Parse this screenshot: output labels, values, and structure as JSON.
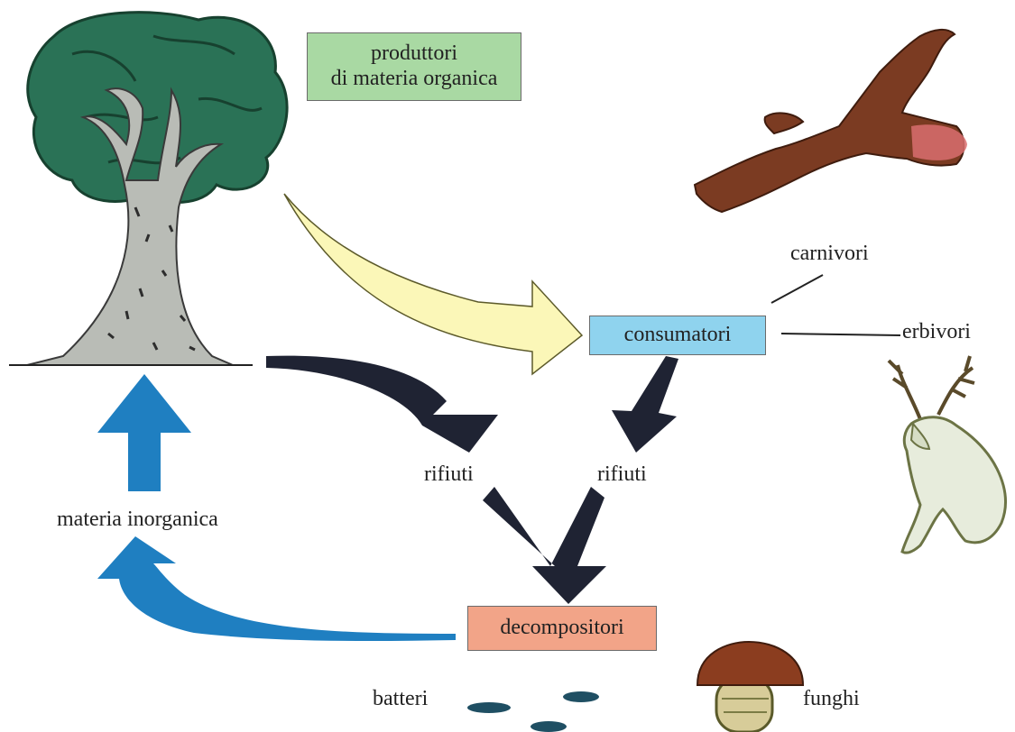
{
  "diagram": {
    "boxes": {
      "producers": {
        "line1": "produttori",
        "line2": "di materia organica"
      },
      "consumers": "consumatori",
      "decomposers": "decompositori"
    },
    "labels": {
      "carnivores": "carnivori",
      "herbivores": "erbivori",
      "waste_left": "rifiuti",
      "waste_right": "rifiuti",
      "inorganic_matter": "materia inorganica",
      "bacteria": "batteri",
      "fungi": "funghi"
    }
  },
  "colors": {
    "producers_box": "#a9d9a3",
    "consumers_box": "#8fd3ee",
    "decomposers_box": "#f2a488",
    "arrow_yellow": "#fbf7b8",
    "arrow_dark": "#1f2333",
    "arrow_blue": "#1f7fc1",
    "tree_canopy": "#2a7256",
    "tree_trunk": "#b9bcb6",
    "eagle": "#7b3b22",
    "deer": "#e7ecdc",
    "mushroom_cap": "#8b3d1f",
    "bacteria": "#1f4f63"
  }
}
